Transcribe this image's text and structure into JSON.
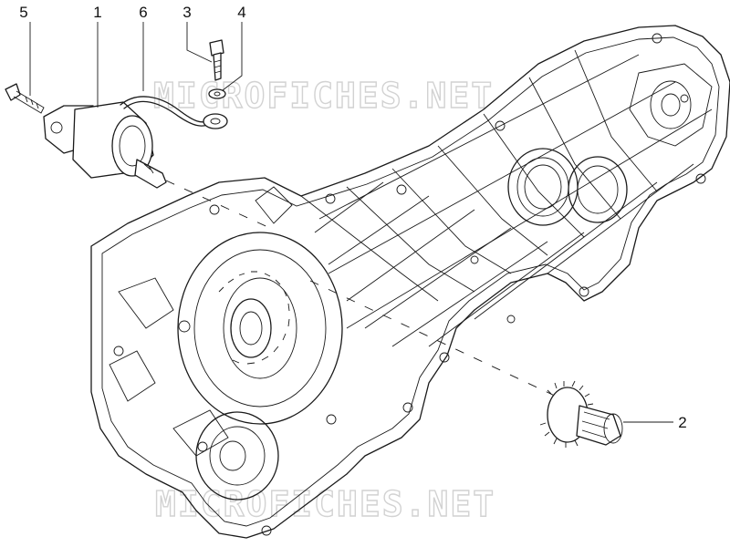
{
  "watermark": {
    "top": "MICROFICHES.NET",
    "bottom": "MICROFICHES.NET"
  },
  "callouts": [
    {
      "id": "5",
      "label": "5"
    },
    {
      "id": "1",
      "label": "1"
    },
    {
      "id": "6",
      "label": "6"
    },
    {
      "id": "3",
      "label": "3"
    },
    {
      "id": "4",
      "label": "4"
    },
    {
      "id": "2",
      "label": "2"
    }
  ],
  "colors": {
    "line": "#1a1a1a",
    "watermark": "#d2d2d2",
    "background": "#ffffff"
  }
}
